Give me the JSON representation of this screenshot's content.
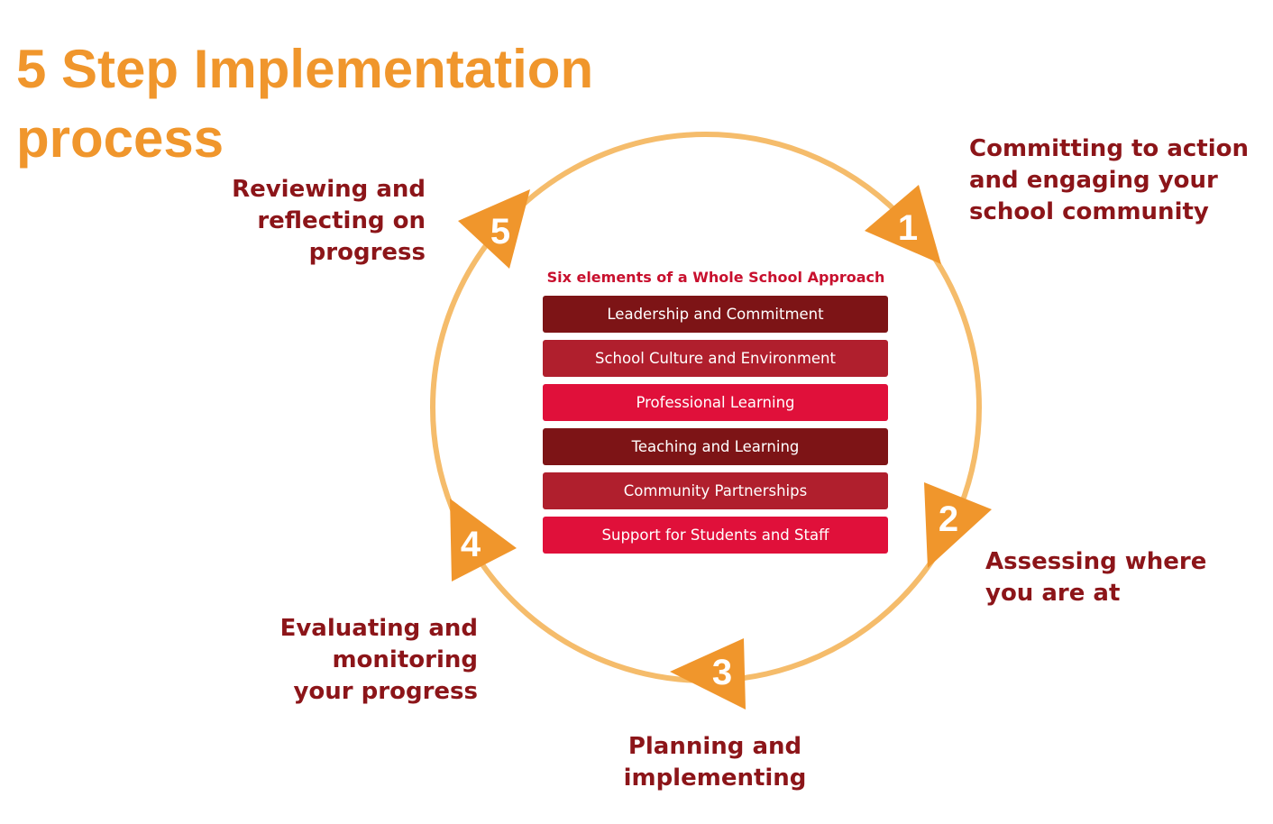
{
  "title": {
    "line1": "5 Step Implementation",
    "line2": "process"
  },
  "steps": [
    {
      "number": "1",
      "lines": [
        "Committing to action",
        "and engaging your",
        "school community"
      ]
    },
    {
      "number": "2",
      "lines": [
        "Assessing where",
        "you are at"
      ]
    },
    {
      "number": "3",
      "lines": [
        "Planning and",
        "implementing"
      ]
    },
    {
      "number": "4",
      "lines": [
        "Evaluating and",
        "monitoring",
        "your progress"
      ]
    },
    {
      "number": "5",
      "lines": [
        "Reviewing and",
        "reflecting on",
        "progress"
      ]
    }
  ],
  "elements": {
    "title": "Six elements of a Whole School Approach",
    "items": [
      {
        "label": "Leadership and Commitment",
        "color": "#7d1416"
      },
      {
        "label": "School Culture and Environment",
        "color": "#b01f2d"
      },
      {
        "label": "Professional Learning",
        "color": "#e0103a"
      },
      {
        "label": "Teaching and Learning",
        "color": "#7d1416"
      },
      {
        "label": "Community Partnerships",
        "color": "#b01f2d"
      },
      {
        "label": "Support for Students and Staff",
        "color": "#e0103a"
      }
    ]
  },
  "colors": {
    "title": "#f0962c",
    "circle": "#f5bc6b",
    "arrow": "#f0962c",
    "label": "#8c1519"
  }
}
